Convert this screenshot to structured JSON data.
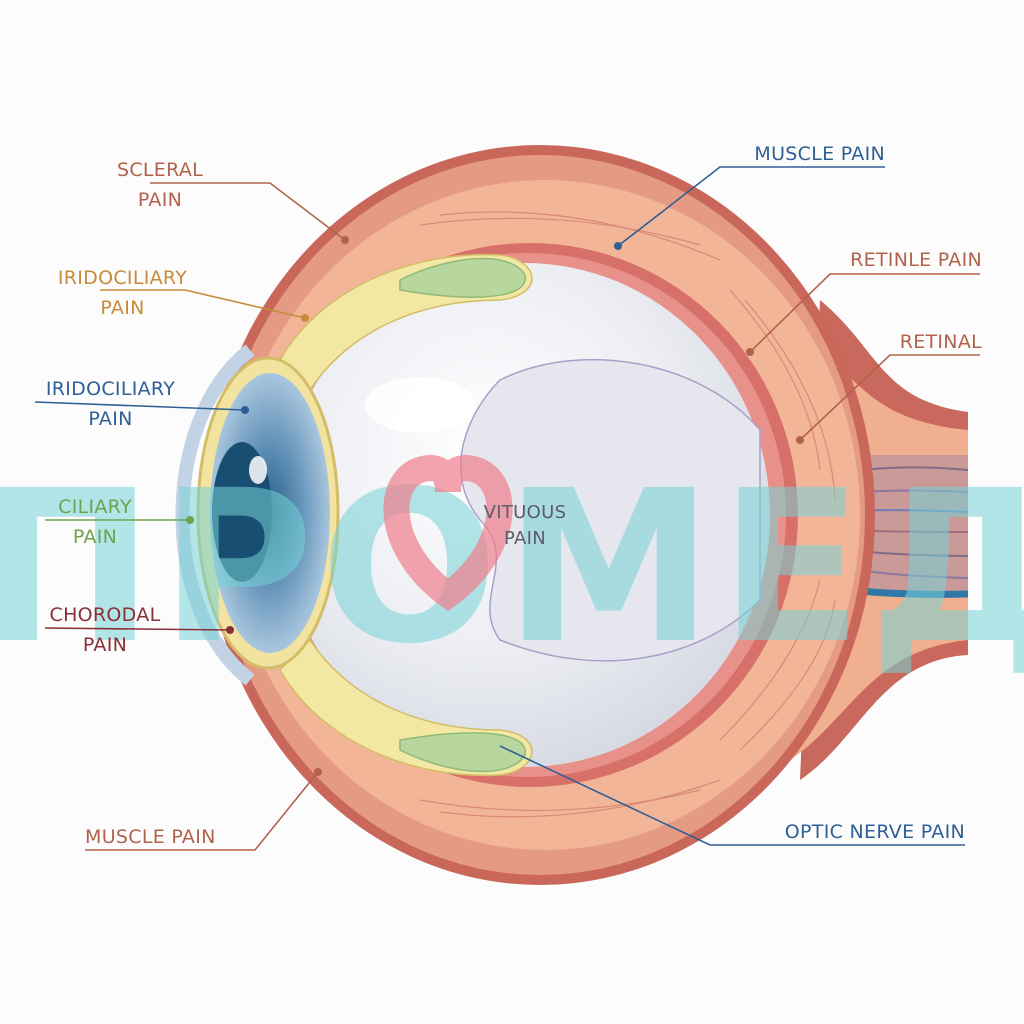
{
  "diagram": {
    "labels": {
      "scleral": {
        "line1": "SCLERAL",
        "line2": "PAIN"
      },
      "iridociliary_top": {
        "line1": "IRIDOCILIARY",
        "line2": "PAIN"
      },
      "iridociliary_mid": {
        "line1": "IRIDOCILIARY",
        "line2": "PAIN"
      },
      "ciliary": {
        "line1": "CILIARY",
        "line2": "PAIN"
      },
      "chorodal": {
        "line1": "CHORODAL",
        "line2": "PAIN"
      },
      "muscle_bottom": "MUSCLE PAIN",
      "muscle_top": "MUSCLE PAIN",
      "retinle": "RETINLE PAIN",
      "retinal": "RETINAL",
      "vitreous": {
        "line1": "VITUOUS",
        "line2": "PAIN"
      },
      "optic_nerve": "OPTIC NERVE PAIN"
    },
    "watermark": "ПРОМЕД",
    "colors": {
      "sclera_outer": "#c56b5f",
      "muscle": "#f1b395",
      "eyeball": "#eef0f4",
      "iris": "#6f9cc0",
      "pupil": "#1f5578",
      "ciliary_yellow": "#f4e9a6",
      "ciliary_green": "#b5d69c",
      "nerve_blue": "#2f78a8",
      "label_brown": "#b2624b",
      "label_orange": "#c88b3a",
      "label_blue": "#2f5f94",
      "label_green": "#6ea34e",
      "label_maroon": "#8a2f37",
      "watermark_cyan": "#76d3d6",
      "watermark_pink": "#ef7d8b"
    }
  }
}
